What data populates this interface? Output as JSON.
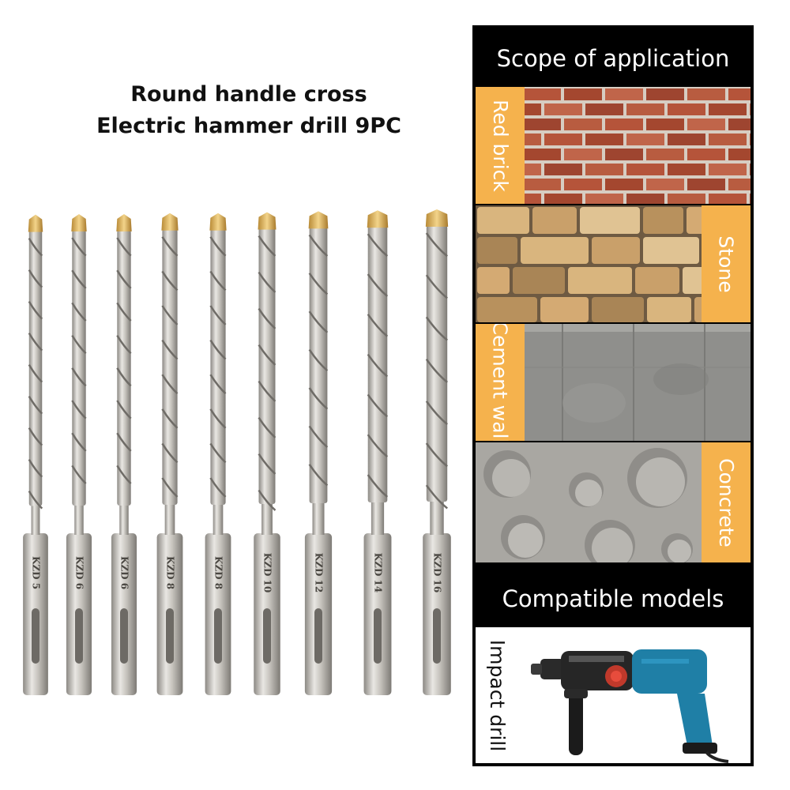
{
  "title": {
    "line1": "Round handle cross",
    "line2": "Electric hammer drill 9PC"
  },
  "bits": [
    {
      "label": "KZD 5",
      "size": 5
    },
    {
      "label": "KZD 6",
      "size": 6
    },
    {
      "label": "KZD 6",
      "size": 6
    },
    {
      "label": "KZD 8",
      "size": 8
    },
    {
      "label": "KZD 8",
      "size": 8
    },
    {
      "label": "KZD 10",
      "size": 10
    },
    {
      "label": "KZD 12",
      "size": 12
    },
    {
      "label": "KZD 14",
      "size": 14
    },
    {
      "label": "KZD 16",
      "size": 16
    }
  ],
  "panel": {
    "scope_header": "Scope of application",
    "materials": [
      {
        "label": "Red brick"
      },
      {
        "label": "Stone"
      },
      {
        "label": "Cement wall"
      },
      {
        "label": "Concrete"
      }
    ],
    "models_header": "Compatible models",
    "model": "Impact drill"
  },
  "colors": {
    "panel_bg": "#000000",
    "label_bg": "#f5b24d",
    "brick": "#b5543a",
    "stone": "#d4a96a",
    "cement": "#8d8d8b",
    "concrete": "#a9a7a2",
    "drill_body": "#1f7fa6",
    "bit_metal": "#c9c6c0",
    "bit_tip": "#e0b45a"
  }
}
